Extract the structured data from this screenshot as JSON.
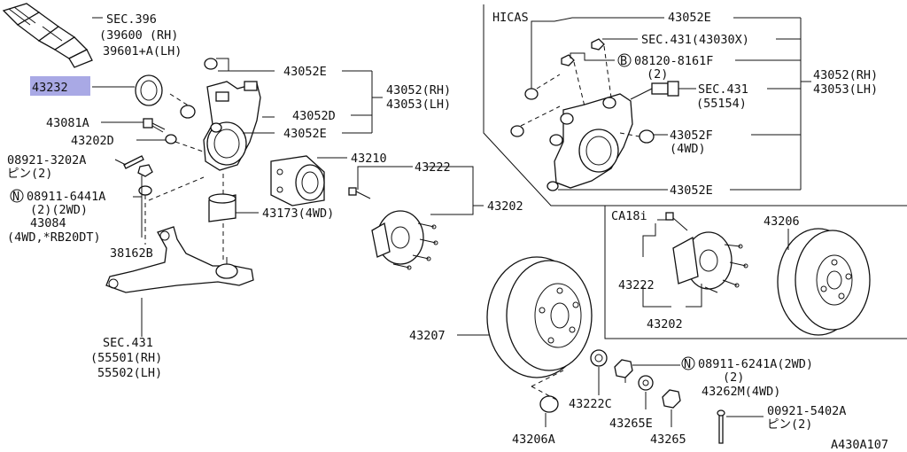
{
  "labels": {
    "sec396": "SEC.396",
    "p39600": "(39600  (RH)",
    "p39601": "39601+A(LH)",
    "p43232": "43232",
    "p43081a": "43081A",
    "p43202d": "43202D",
    "p08921": "08921-3202A",
    "pin2a": "ピン(2)",
    "n08911_6441": "08911-6441A",
    "q2wd": "(2)(2WD)",
    "p43084": "43084",
    "p4wd_rb": "(4WD,*RB20DT)",
    "p38162b": "38162B",
    "sec431a": "SEC.431",
    "p55501": "(55501(RH)",
    "p55502": "55502(LH)",
    "k43052e_1": "43052E",
    "k43052d": "43052D",
    "k43052e_2": "43052E",
    "k43052rh": "43052(RH)",
    "k43053lh": "43053(LH)",
    "p43210": "43210",
    "p43173": "43173(4WD)",
    "p43222a": "43222",
    "p43202a": "43202",
    "p43207": "43207",
    "p43222c": "43222C",
    "p43206a": "43206A",
    "p43265e": "43265E",
    "p43265": "43265",
    "n08911_6241": "08911-6241A(2WD)",
    "n6241q": "(2)",
    "p43262m": "43262M(4WD)",
    "p00921": "00921-5402A",
    "pin2b": "ピン(2)",
    "figcode": "A430A107",
    "hicas": "HICAS",
    "h43052e_top": "43052E",
    "hsec431_a": "SEC.431(43030X)",
    "h08120": "08120-8161F",
    "h08120q": "(2)",
    "hsec431_b": "SEC.431",
    "h55154": "(55154)",
    "h43052f": "43052F",
    "h4wd": "(4WD)",
    "h43052e_bot": "43052E",
    "h43052rh": "43052(RH)",
    "h43053lh": "43053(LH)",
    "ca18": "CA18i",
    "c43206": "43206",
    "c43222": "43222",
    "c43202": "43202",
    "circN": "N",
    "circB": "B"
  }
}
